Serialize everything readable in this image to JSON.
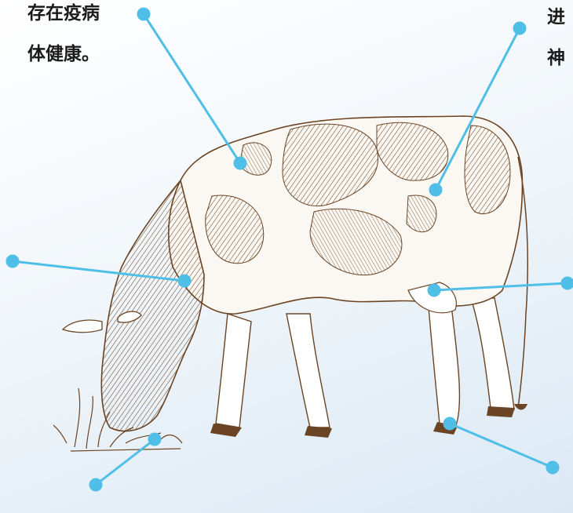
{
  "captions": {
    "top_left": {
      "line1": "存在疫病",
      "line2": "体健康。"
    },
    "top_right": {
      "line1": "进",
      "line2": "神"
    }
  },
  "illustration": {
    "subject": "grazing-cow-sketch",
    "ink_color": "#6b4423"
  },
  "callouts": {
    "accent_color": "#4fbfe8",
    "count": 6
  }
}
